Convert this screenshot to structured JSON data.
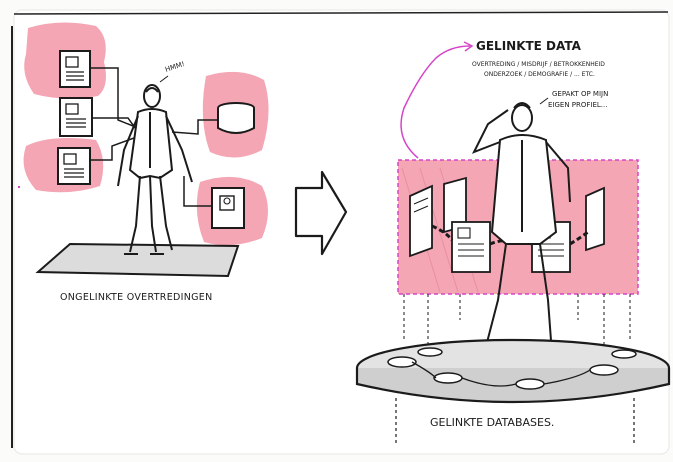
{
  "left": {
    "exclaim": "HMM!",
    "caption": "ONGELINKTE OVERTREDINGEN"
  },
  "right": {
    "title": "GELINKTE DATA",
    "subtitle_line1": "OVERTREDING / MISDRIJF / BETROKKENHEID",
    "subtitle_line2": "ONDERZOEK / DEMOGRAFIE / ... ETC.",
    "thought_line1": "GEPAKT OP MIJN",
    "thought_line2": "EIGEN PROFIEL...",
    "caption": "GELINKTE DATABASES."
  },
  "colors": {
    "pink": "#f4a6b4",
    "magenta": "#d645c8",
    "ink": "#1b1b1b",
    "paper": "#f7f7f5"
  }
}
